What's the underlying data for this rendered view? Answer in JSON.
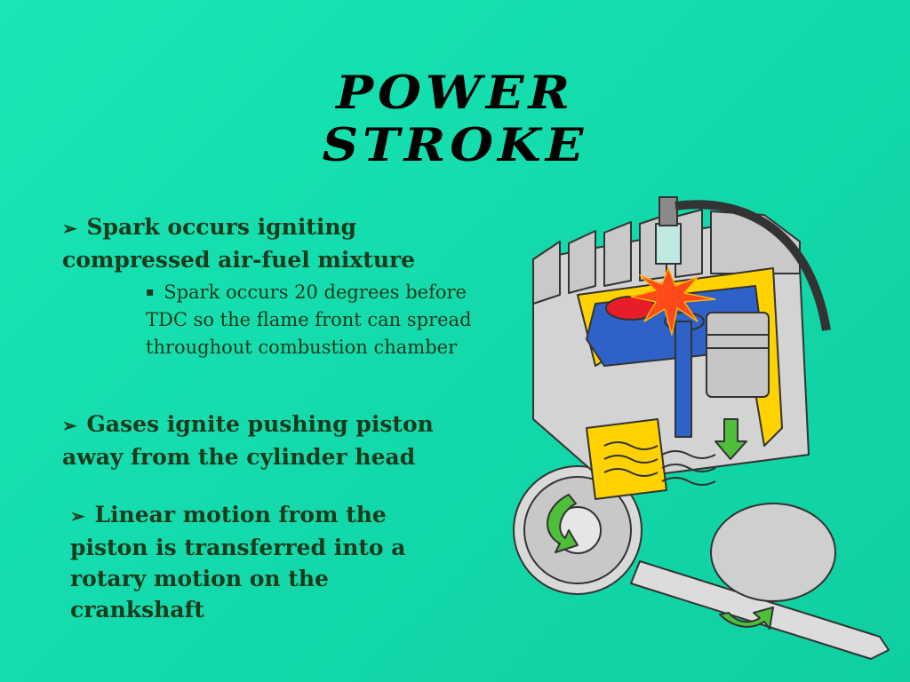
{
  "title": {
    "line1": "POWER",
    "line2": "STROKE"
  },
  "bullets": [
    {
      "marker": "➢",
      "text": "Spark occurs igniting compressed air-fuel mixture",
      "sub": {
        "marker": "▪",
        "text": "Spark occurs 20 degrees before TDC so the flame front can spread throughout combustion chamber"
      }
    },
    {
      "marker": "➢",
      "text": "Gases ignite pushing piston away from the cylinder head"
    },
    {
      "marker": "➢",
      "text": "Linear motion from the piston is transferred into a rotary motion on the crankshaft"
    }
  ],
  "illustration": {
    "subject": "engine-cutaway",
    "colors": {
      "metal": "#d3d3d3",
      "cutaway": "#ffd200",
      "chamber": "#2f62c8",
      "intake_valve": "#e81d2a",
      "spark": "#ff4a1a",
      "arrow": "#4fbf3a"
    }
  }
}
